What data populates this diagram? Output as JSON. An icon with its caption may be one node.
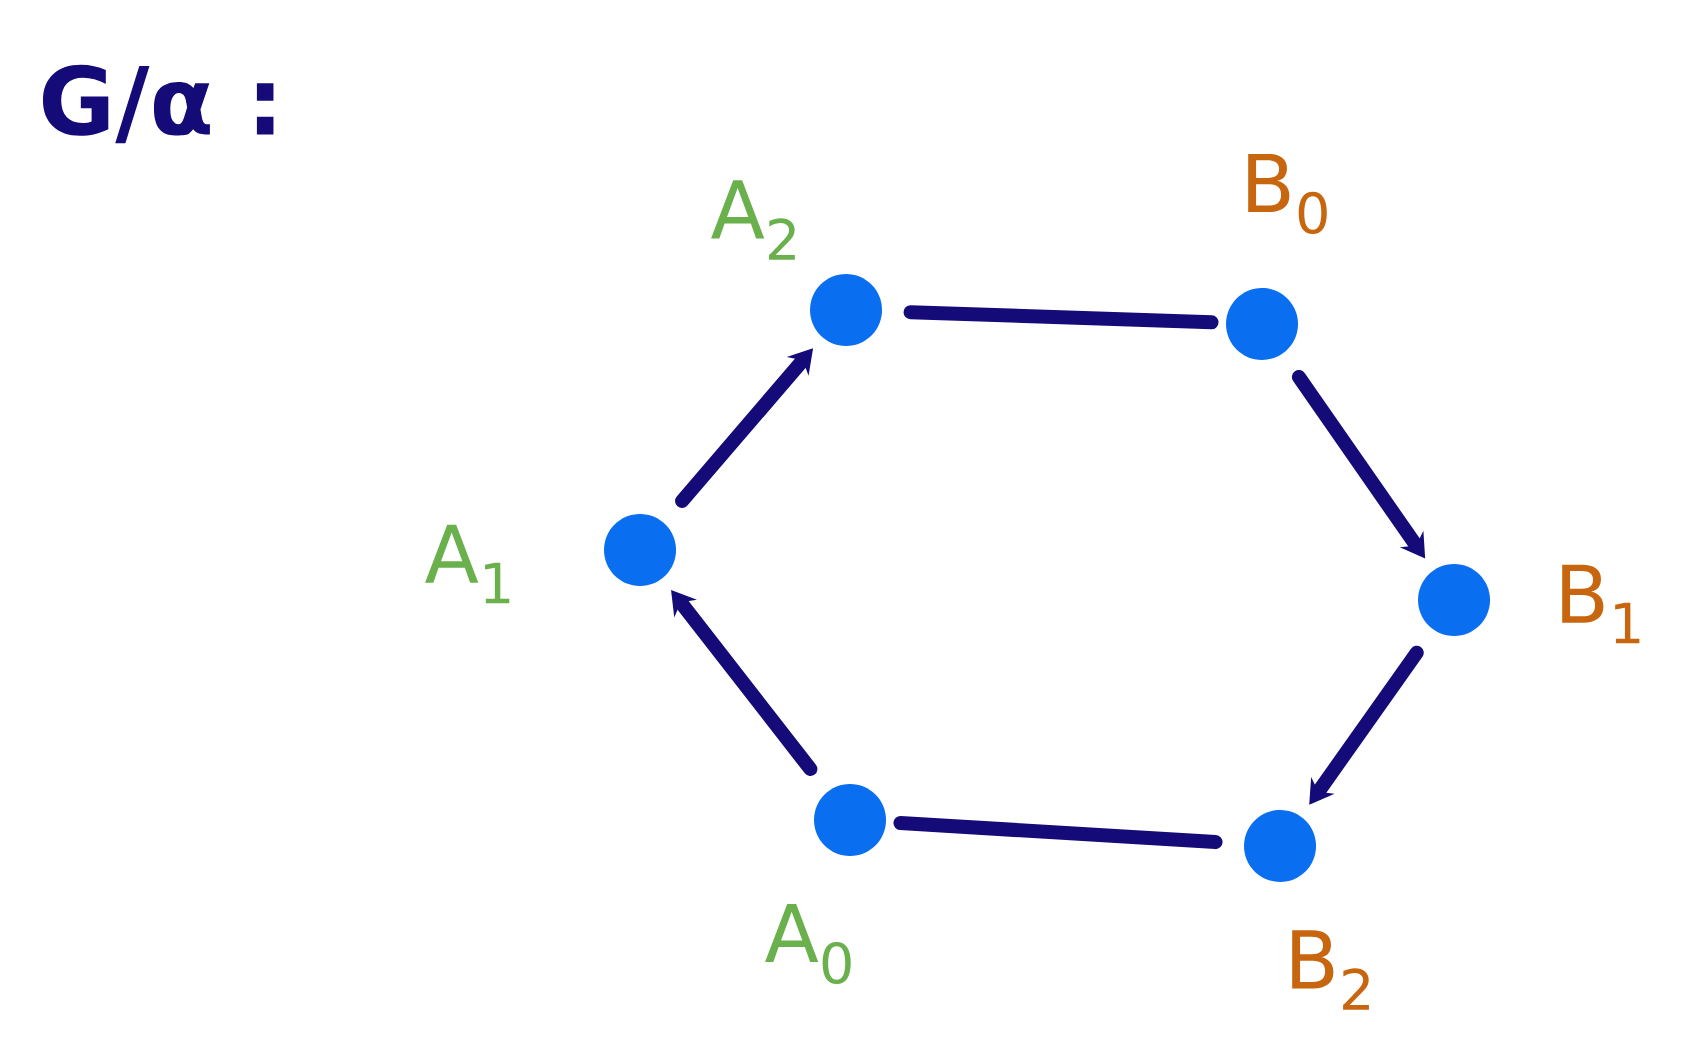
{
  "diagram": {
    "title": "G/α :",
    "nodes": [
      {
        "text": [],
        "shape": "circle",
        "beside": [
          "A$_{0}$"
        ]
      },
      {
        "text": [],
        "shape": "circle",
        "beside": [
          "A$_{1}$"
        ]
      },
      {
        "text": [],
        "shape": "circle",
        "beside": [
          "A$_{2}$"
        ]
      },
      {
        "text": [],
        "shape": "circle",
        "beside": [
          "B$_{0}$"
        ]
      },
      {
        "text": [],
        "shape": "circle",
        "beside": [
          "B$_{1}$"
        ]
      },
      {
        "text": [],
        "shape": "circle",
        "beside": [
          "B$_{2}$"
        ]
      }
    ],
    "edges": [
      {
        "from": 0,
        "to": 1,
        "arrow": "to"
      },
      {
        "from": 1,
        "to": 2,
        "arrow": "to"
      },
      {
        "from": 2,
        "to": 3,
        "arrow": "none"
      },
      {
        "from": 3,
        "to": 4,
        "arrow": "to"
      },
      {
        "from": 4,
        "to": 5,
        "arrow": "to"
      },
      {
        "from": 5,
        "to": 0,
        "arrow": "none"
      }
    ]
  }
}
